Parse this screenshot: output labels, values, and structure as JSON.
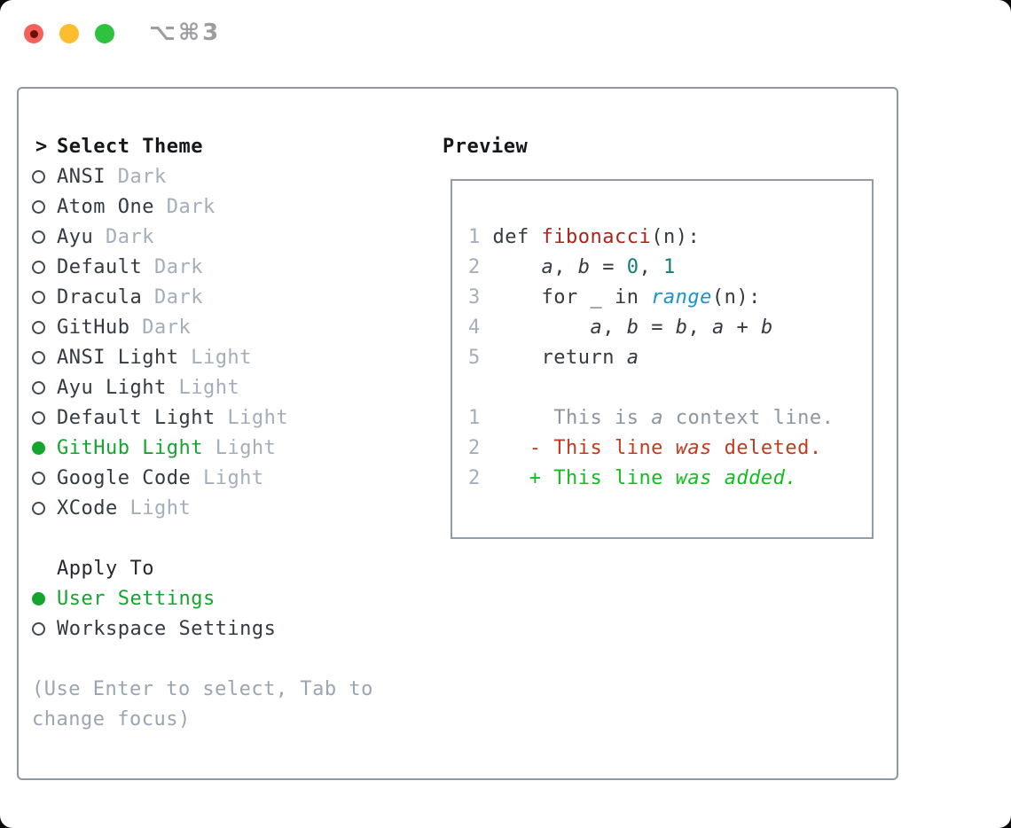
{
  "window": {
    "title": "⌥⌘3"
  },
  "select_theme": {
    "prompt": ">",
    "header": "Select Theme",
    "items": [
      {
        "name": "ANSI",
        "variant": "Dark",
        "selected": false
      },
      {
        "name": "Atom One",
        "variant": "Dark",
        "selected": false
      },
      {
        "name": "Ayu",
        "variant": "Dark",
        "selected": false
      },
      {
        "name": "Default",
        "variant": "Dark",
        "selected": false
      },
      {
        "name": "Dracula",
        "variant": "Dark",
        "selected": false
      },
      {
        "name": "GitHub",
        "variant": "Dark",
        "selected": false
      },
      {
        "name": "ANSI Light",
        "variant": "Light",
        "selected": false
      },
      {
        "name": "Ayu Light",
        "variant": "Light",
        "selected": false
      },
      {
        "name": "Default Light",
        "variant": "Light",
        "selected": false
      },
      {
        "name": "GitHub Light",
        "variant": "Light",
        "selected": true
      },
      {
        "name": "Google Code",
        "variant": "Light",
        "selected": false
      },
      {
        "name": "XCode",
        "variant": "Light",
        "selected": false
      }
    ]
  },
  "apply_to": {
    "header": "Apply To",
    "items": [
      {
        "name": "User Settings",
        "selected": true
      },
      {
        "name": "Workspace Settings",
        "selected": false
      }
    ]
  },
  "hints": [
    "(Use Enter to select, Tab to",
    "change focus)"
  ],
  "preview": {
    "header": "Preview",
    "lines": [
      {
        "kind": "code-line",
        "tokens": [
          {
            "t": "1 ",
            "c": "num"
          },
          {
            "t": "def ",
            "c": "fg"
          },
          {
            "t": "fibonacci",
            "c": "func"
          },
          {
            "t": "(n):",
            "c": "fg"
          }
        ]
      },
      {
        "kind": "code-line",
        "tokens": [
          {
            "t": "2 ",
            "c": "num"
          },
          {
            "t": "    ",
            "c": "fg"
          },
          {
            "t": "a",
            "c": "fg",
            "i": true
          },
          {
            "t": ", ",
            "c": "fg"
          },
          {
            "t": "b",
            "c": "fg",
            "i": true
          },
          {
            "t": " = ",
            "c": "fg"
          },
          {
            "t": "0",
            "c": "teal"
          },
          {
            "t": ", ",
            "c": "fg"
          },
          {
            "t": "1",
            "c": "teal"
          }
        ]
      },
      {
        "kind": "code-line",
        "tokens": [
          {
            "t": "3 ",
            "c": "num"
          },
          {
            "t": "    for _ in ",
            "c": "fg"
          },
          {
            "t": "range",
            "c": "blue",
            "i": true
          },
          {
            "t": "(n):",
            "c": "fg"
          }
        ]
      },
      {
        "kind": "code-line",
        "tokens": [
          {
            "t": "4 ",
            "c": "num"
          },
          {
            "t": "        ",
            "c": "fg"
          },
          {
            "t": "a",
            "c": "fg",
            "i": true
          },
          {
            "t": ", ",
            "c": "fg"
          },
          {
            "t": "b",
            "c": "fg",
            "i": true
          },
          {
            "t": " = ",
            "c": "fg"
          },
          {
            "t": "b",
            "c": "fg",
            "i": true
          },
          {
            "t": ", ",
            "c": "fg"
          },
          {
            "t": "a",
            "c": "fg",
            "i": true
          },
          {
            "t": " + ",
            "c": "fg"
          },
          {
            "t": "b",
            "c": "fg",
            "i": true
          }
        ]
      },
      {
        "kind": "code-line",
        "tokens": [
          {
            "t": "5 ",
            "c": "num"
          },
          {
            "t": "    return ",
            "c": "fg"
          },
          {
            "t": "a",
            "c": "fg",
            "i": true
          }
        ]
      },
      {
        "kind": "blank-line",
        "tokens": []
      },
      {
        "kind": "diff-context-line",
        "tokens": [
          {
            "t": "1 ",
            "c": "num"
          },
          {
            "t": "     ",
            "c": "ctx"
          },
          {
            "t": "This is ",
            "c": "ctx"
          },
          {
            "t": "a",
            "c": "ctx",
            "i": true
          },
          {
            "t": " context line.",
            "c": "ctx"
          }
        ]
      },
      {
        "kind": "diff-deleted-line",
        "tokens": [
          {
            "t": "2 ",
            "c": "num"
          },
          {
            "t": "   - This line ",
            "c": "del"
          },
          {
            "t": "was",
            "c": "del",
            "i": true
          },
          {
            "t": " deleted.",
            "c": "del"
          }
        ]
      },
      {
        "kind": "diff-added-line",
        "tokens": [
          {
            "t": "2 ",
            "c": "num"
          },
          {
            "t": "   + This line ",
            "c": "add"
          },
          {
            "t": "was",
            "c": "add",
            "i": true
          },
          {
            "t": " ",
            "c": "add"
          },
          {
            "t": "added.",
            "c": "add",
            "i": true
          }
        ]
      }
    ]
  },
  "colors": {
    "accent_green": "#13a52e",
    "diff_added_green": "#12bd1f",
    "diff_deleted_red": "#c23a20",
    "function_red": "#ad231b",
    "number_teal": "#0d7f7b",
    "builtin_blue": "#1b93d0",
    "muted_gray": "#a4aeba",
    "text_dark": "#333a41",
    "panel_border_gray": "#8f98a2",
    "traffic_red": "#f4605a",
    "traffic_yellow": "#fcbd2e",
    "traffic_green": "#2ec23e"
  }
}
